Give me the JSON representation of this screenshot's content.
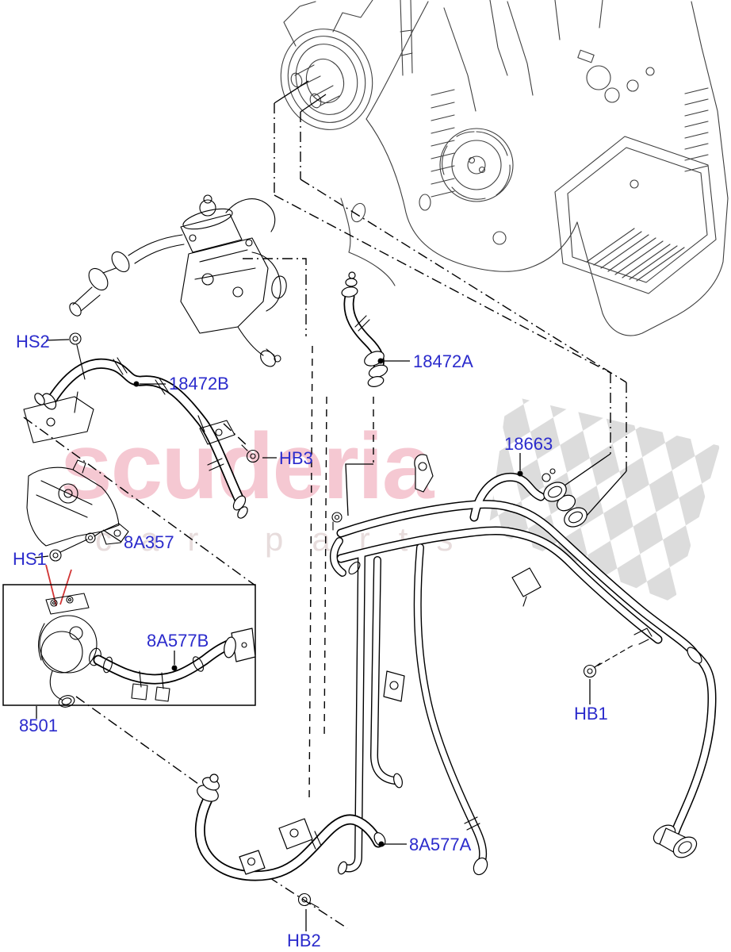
{
  "watermark": {
    "brand": "scuderia",
    "sub": "car parts"
  },
  "labels": {
    "hs2": "HS2",
    "l18472b": "18472B",
    "l18472a": "18472A",
    "hb3": "HB3",
    "l18663": "18663",
    "l8a357": "8A357",
    "hs1": "HS1",
    "l8a577b": "8A577B",
    "l8501": "8501",
    "hb1": "HB1",
    "l8a577a": "8A577A",
    "hb2": "HB2"
  },
  "colors": {
    "label_blue": "#2b2bcc",
    "watermark_pink": "#f5c8d2",
    "watermark_sub_gray": "#e7dcdc",
    "checker_gray": "#dcdcdc",
    "arrow_red": "#d13434",
    "line_black": "#000000"
  }
}
